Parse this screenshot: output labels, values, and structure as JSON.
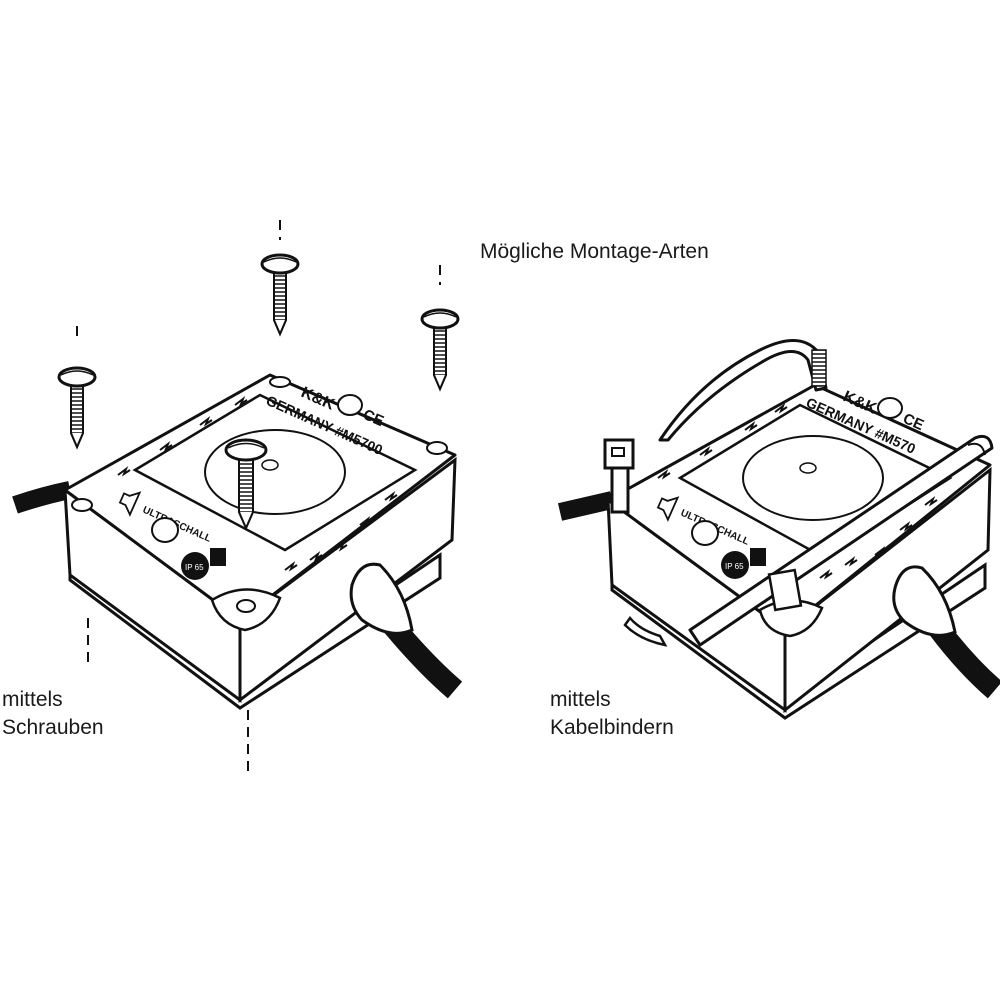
{
  "title": "Mögliche Montage-Arten",
  "left_caption": {
    "line1": "mittels",
    "line2": "Schrauben"
  },
  "right_caption": {
    "line1": "mittels",
    "line2": "Kabelbindern"
  },
  "device_markings": {
    "brand": "K&K",
    "model": "GERMANY #M5700",
    "model_short": "GERMANY #M570",
    "ce": "CE",
    "speaker_label": "ULTRASCHALL",
    "ip_rating": "IP 65"
  },
  "icons": [
    "screw-icon",
    "cable-tie-icon",
    "speaker-icon",
    "lightning-icon",
    "ip65-badge-icon"
  ]
}
